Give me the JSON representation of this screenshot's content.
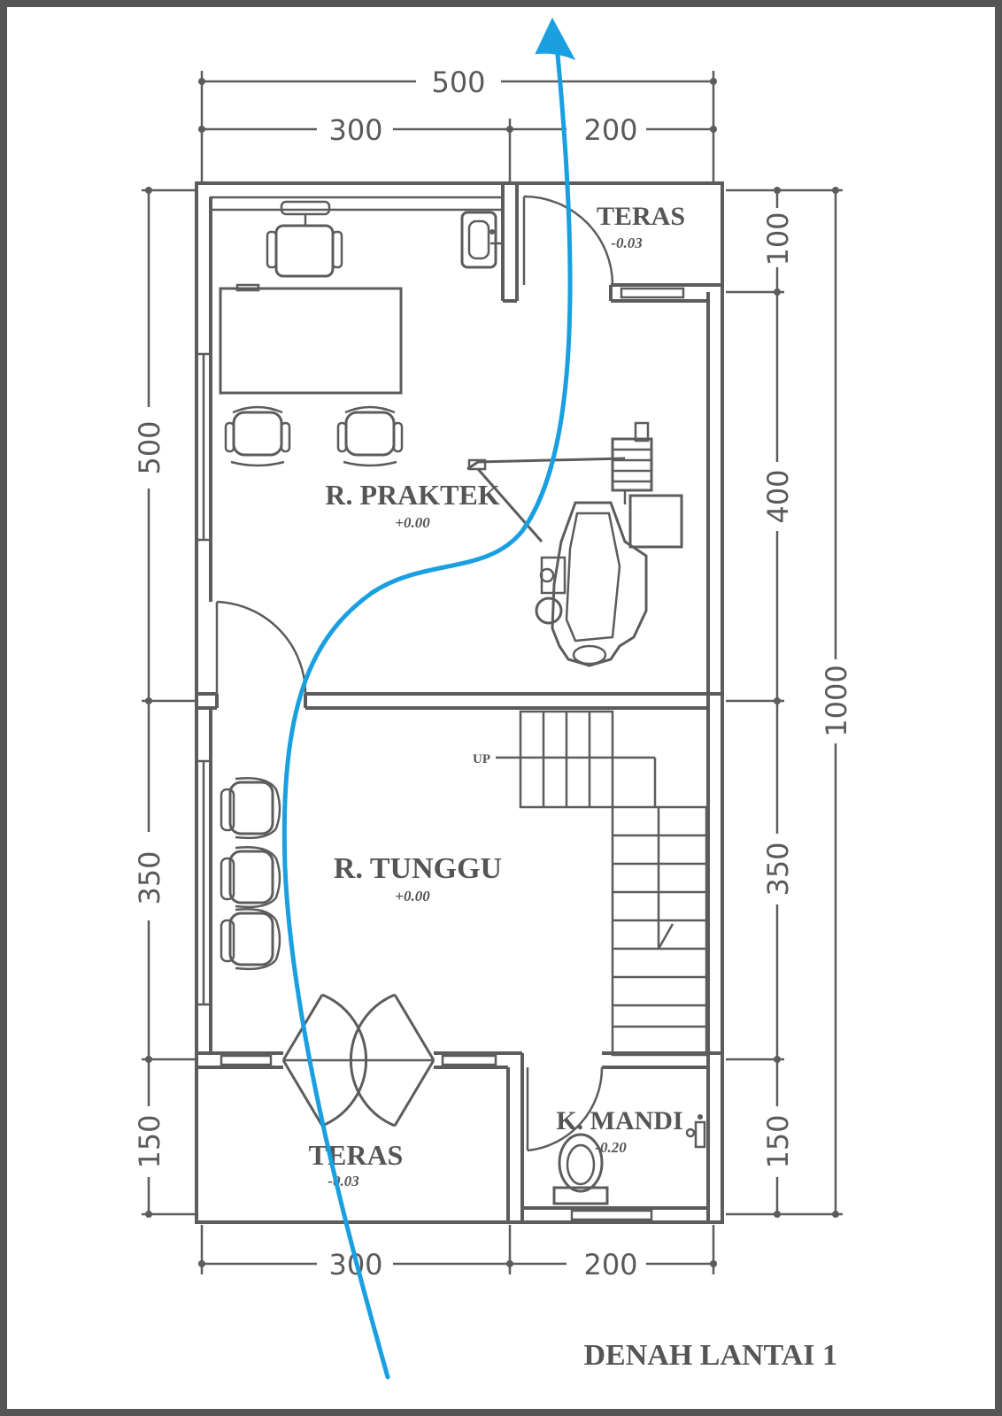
{
  "dimensions": {
    "top_total": "500",
    "top_left": "300",
    "top_right": "200",
    "bottom_left": "300",
    "bottom_right": "200",
    "left_upper": "500",
    "left_middle": "350",
    "left_lower": "150",
    "right_top": "100",
    "right_upper": "400",
    "right_middle": "350",
    "right_lower": "150",
    "right_total": "1000"
  },
  "rooms": {
    "teras_top": {
      "name": "TERAS",
      "level": "-0.03"
    },
    "praktek": {
      "name": "R. PRAKTEK",
      "level": "+0.00"
    },
    "tunggu": {
      "name": "R. TUNGGU",
      "level": "+0.00"
    },
    "teras_bottom": {
      "name": "TERAS",
      "level": "-0.03"
    },
    "mandi": {
      "name": "K. MANDI",
      "level": "-0.20"
    }
  },
  "stair_label": "UP",
  "title": "DENAH LANTAI 1",
  "colors": {
    "lines": "#5c5c5c",
    "path_arrow": "#1a9fe0",
    "frame": "#555555"
  }
}
